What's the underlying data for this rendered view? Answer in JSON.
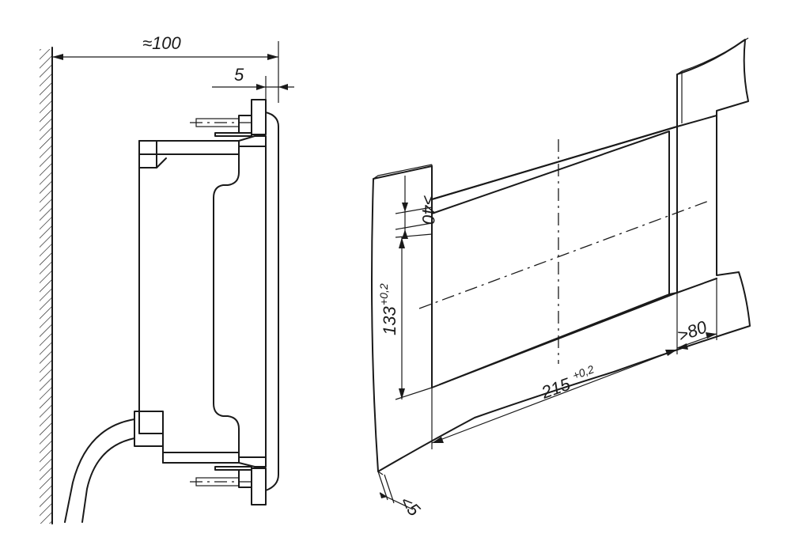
{
  "side_view": {
    "depth_label": "≈100",
    "bezel_label": "5"
  },
  "panel_view": {
    "height_label": "133",
    "height_tol": "+0,2",
    "width_label": "215",
    "width_tol": "+0,2",
    "top_margin_label": ">40",
    "right_margin_label": ">80",
    "thickness_label": "<5"
  }
}
